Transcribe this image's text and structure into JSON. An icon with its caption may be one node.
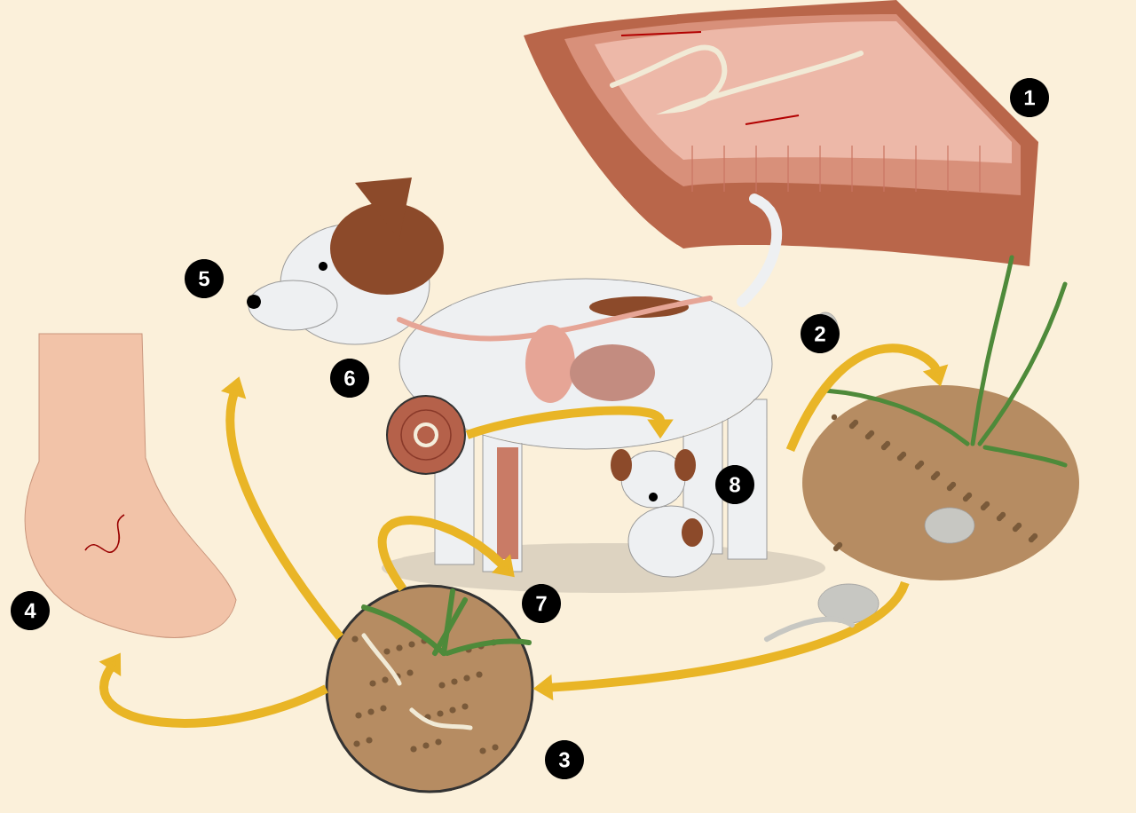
{
  "diagram": {
    "nodes": [
      {
        "text": [],
        "shape": "picture"
      },
      {
        "text": [],
        "shape": "picture"
      },
      {
        "text": [],
        "shape": "picture"
      },
      {
        "text": [],
        "shape": "picture"
      },
      {
        "text": [],
        "shape": "picture"
      },
      {
        "text": [],
        "shape": "picture",
        "in": 1
      },
      {
        "text": [],
        "shape": "picture",
        "in": 1
      }
    ],
    "edges": [
      {
        "from": 1,
        "to": 2,
        "arrow": "to"
      },
      {
        "from": 2,
        "to": 3,
        "arrow": "to"
      },
      {
        "from": 3,
        "to": 4,
        "arrow": "to"
      },
      {
        "from": 3,
        "to": 1,
        "arrow": "to"
      },
      {
        "from": 3,
        "to": 1,
        "arrow": "to"
      },
      {
        "from": 5,
        "to": 6,
        "arrow": "to"
      }
    ],
    "labels": [
      "1",
      "5",
      "2",
      "6",
      "8",
      "7",
      "4",
      "3"
    ]
  }
}
